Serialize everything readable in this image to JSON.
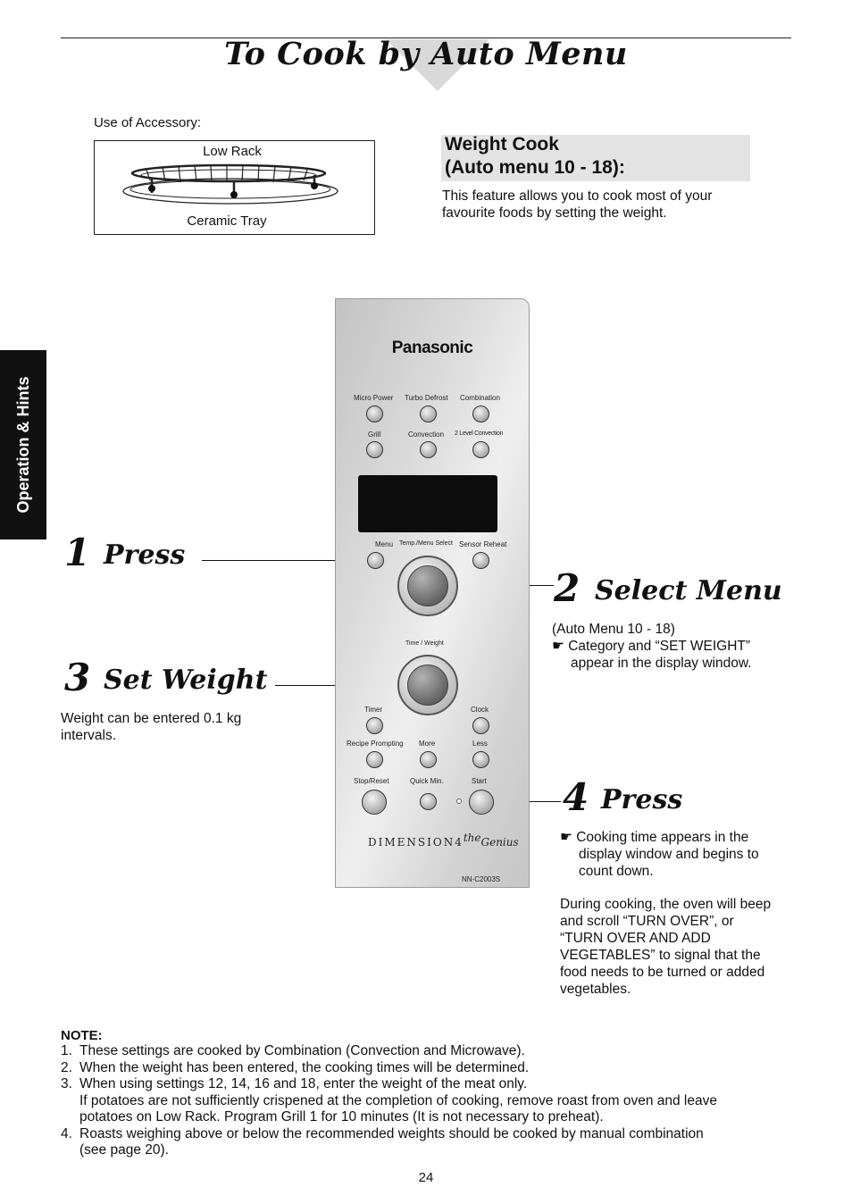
{
  "page": {
    "title": "To Cook by  Auto Menu",
    "side_tab": "Operation & Hints",
    "page_number": "24"
  },
  "accessory": {
    "label": "Use of Accessory:",
    "low_rack": "Low Rack",
    "ceramic_tray": "Ceramic Tray"
  },
  "weight_cook": {
    "title_line1": "Weight Cook",
    "title_line2": "(Auto menu 10 - 18):",
    "desc_line1": "This feature allows you to cook most of your",
    "desc_line2": "favourite foods by setting the weight."
  },
  "steps": {
    "s1": {
      "num": "1",
      "word": "Press"
    },
    "s2": {
      "num": "2",
      "word": "Select Menu",
      "line1": "(Auto Menu 10 - 18)",
      "line2": "☛ Category and “SET WEIGHT”",
      "line3": "appear in the display window."
    },
    "s3": {
      "num": "3",
      "word": "Set Weight",
      "line1": "Weight can be entered 0.1 kg",
      "line2": "intervals."
    },
    "s4": {
      "num": "4",
      "word": "Press",
      "line1": "☛ Cooking time appears in the",
      "line2": "display window and begins to",
      "line3": "count down.",
      "para": [
        "During cooking, the oven will beep",
        "and scroll “TURN OVER”, or",
        "“TURN OVER AND ADD",
        "VEGETABLES”  to signal that the",
        "food needs to be turned or added",
        "vegetables."
      ]
    }
  },
  "panel": {
    "brand": "Panasonic",
    "row1": [
      "Micro Power",
      "Turbo Defrost",
      "Combination"
    ],
    "row2": [
      "Grill",
      "Convection",
      "2 Level Convection"
    ],
    "row3": [
      "Menu",
      "Temp./Menu Select",
      "Sensor Reheat"
    ],
    "time_weight": "Time / Weight",
    "row4": [
      "Timer",
      "Clock"
    ],
    "row5": [
      "Recipe Prompting",
      "More",
      "Less"
    ],
    "row6": [
      "Stop/Reset",
      "Quick Min.",
      "Start"
    ],
    "dimension": "DIMENSION4",
    "the": "the",
    "genius": "Genius",
    "model": "NN-C2003S"
  },
  "notes": {
    "head": "NOTE:",
    "n1": {
      "n": "1.",
      "t": "These settings are cooked by Combination (Convection and Microwave)."
    },
    "n2": {
      "n": "2.",
      "t": "When the weight has been entered, the cooking times will be determined."
    },
    "n3": {
      "n": "3.",
      "t": "When using settings 12, 14, 16 and 18, enter the weight of the meat only.",
      "t2": "If potatoes are not sufficiently crispened at the completion of cooking, remove roast from oven and leave",
      "t3": "potatoes on Low Rack. Program Grill 1 for 10 minutes (It is not necessary to preheat)."
    },
    "n4": {
      "n": "4.",
      "t": "Roasts weighing above or below the recommended weights should be cooked by manual combination",
      "t2": "(see page 20)."
    }
  }
}
